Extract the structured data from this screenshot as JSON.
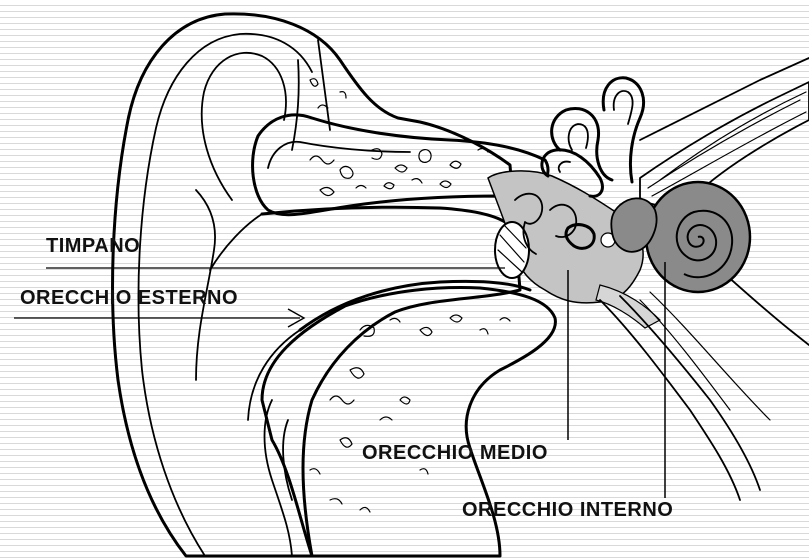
{
  "labels": {
    "timpano": "TIMPANO",
    "orecchio_esterno": "ORECCHIO ESTERNO",
    "orecchio_medio": "ORECCHIO MEDIO",
    "orecchio_interno": "ORECCHIO INTERNO"
  },
  "colors": {
    "middle_ear_fill": "#c4c4c4",
    "cochlea_fill": "#8a8a8a",
    "background_stripe": "#d9d9d9",
    "line": "#000000"
  }
}
